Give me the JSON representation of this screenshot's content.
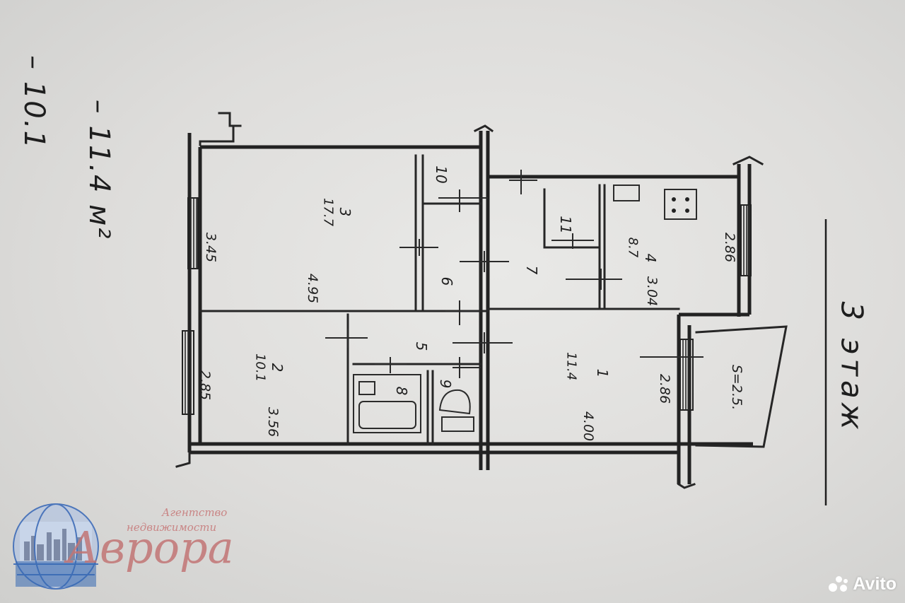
{
  "margin_notes": {
    "line1": "–  11.4  м²",
    "line2": "–  10.1"
  },
  "floor_label": "3 этаж",
  "rooms": {
    "room3": {
      "num": "3",
      "area": "17.7",
      "width": "3.45",
      "length": "4.95"
    },
    "room2": {
      "num": "2",
      "area": "10.1",
      "width": "2.85",
      "length": "3.56"
    },
    "room1": {
      "num": "1",
      "area": "11.4",
      "width": "2.86",
      "length": "4.00"
    },
    "kitchen": {
      "num": "4",
      "area": "8.7",
      "width": "2.86",
      "length": "3.04"
    },
    "r5": "5",
    "r6": "6",
    "r7": "7",
    "r8": "8",
    "r9": "9",
    "r10": "10",
    "r11": "11"
  },
  "balcony": "S=2.5.",
  "agency": {
    "line1": "Агентство",
    "line2": "недвижимости",
    "name": "Аврора"
  },
  "watermark": "Avito"
}
